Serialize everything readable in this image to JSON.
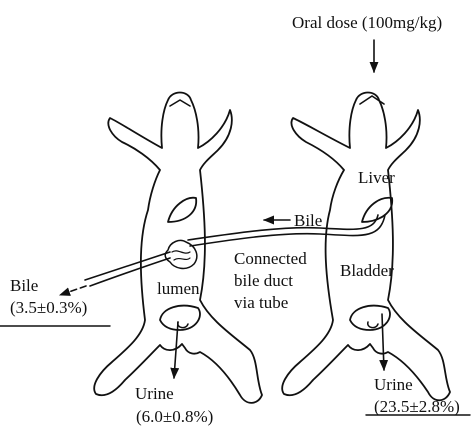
{
  "labels": {
    "oral_dose": "Oral dose (100mg/kg)",
    "liver": "Liver",
    "bile_arrow": "Bile",
    "connected_1": "Connected",
    "connected_2": "bile duct",
    "connected_3": "via tube",
    "bladder": "Bladder",
    "lumen": "lumen",
    "bile_out": "Bile",
    "bile_pct": "(3.5±0.3%)",
    "urine_left": "Urine",
    "urine_left_pct": "(6.0±0.8%)",
    "urine_right": "Urine",
    "urine_right_pct": "(23.5±2.8%)"
  }
}
